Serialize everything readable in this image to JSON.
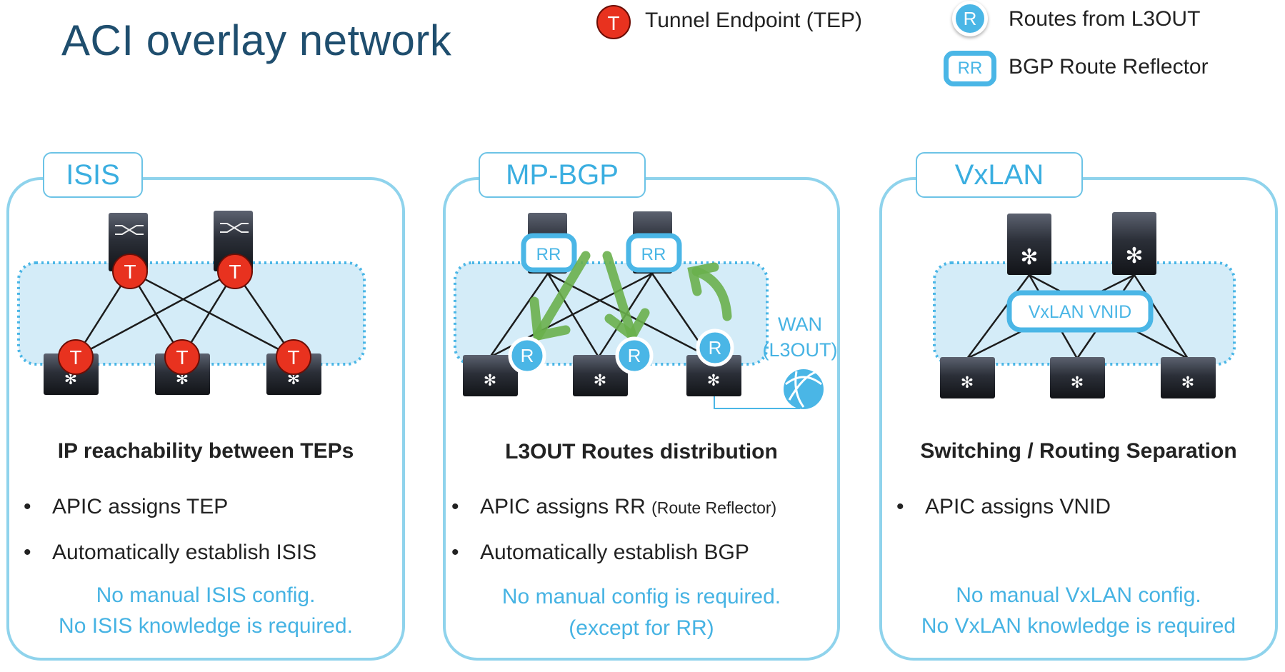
{
  "title": "ACI overlay network",
  "legend": {
    "tep": {
      "badge": "T",
      "label": "Tunnel Endpoint (TEP)",
      "icon": "tep-icon"
    },
    "routes": {
      "badge": "R",
      "label": "Routes from L3OUT",
      "icon": "route-icon"
    },
    "rr": {
      "badge": "RR",
      "label": "BGP Route Reflector",
      "icon": "route-reflector-icon"
    }
  },
  "colors": {
    "title": "#1f4e6e",
    "accent_blue": "#4ab6e6",
    "panel_border": "#8fd3ec",
    "tep_red": "#e8321f",
    "arrow_green": "#6ab04c",
    "overlay_fill": "#d4ecf8"
  },
  "panels": [
    {
      "tab": "ISIS",
      "heading": "IP reachability between TEPs",
      "bullets": [
        {
          "text": "APIC assigns TEP",
          "note": ""
        },
        {
          "text": "Automatically establish ISIS",
          "note": ""
        }
      ],
      "notes": [
        "No manual ISIS config.",
        "No ISIS knowledge is required."
      ],
      "badge": "T"
    },
    {
      "tab": "MP-BGP",
      "heading": "L3OUT Routes distribution",
      "bullets": [
        {
          "text": "APIC assigns RR",
          "note": "(Route Reflector)"
        },
        {
          "text": "Automatically establish BGP",
          "note": ""
        }
      ],
      "notes": [
        "No manual config is required.",
        "(except for RR)"
      ],
      "rr_badge": "RR",
      "r_badge": "R",
      "wan_label": [
        "WAN",
        "(L3OUT)"
      ]
    },
    {
      "tab": "VxLAN",
      "heading": "Switching / Routing Separation",
      "bullets": [
        {
          "text": "APIC assigns VNID",
          "note": ""
        }
      ],
      "notes": [
        "No manual VxLAN config.",
        "No VxLAN knowledge is required"
      ],
      "vnid_label": "VxLAN VNID"
    }
  ]
}
